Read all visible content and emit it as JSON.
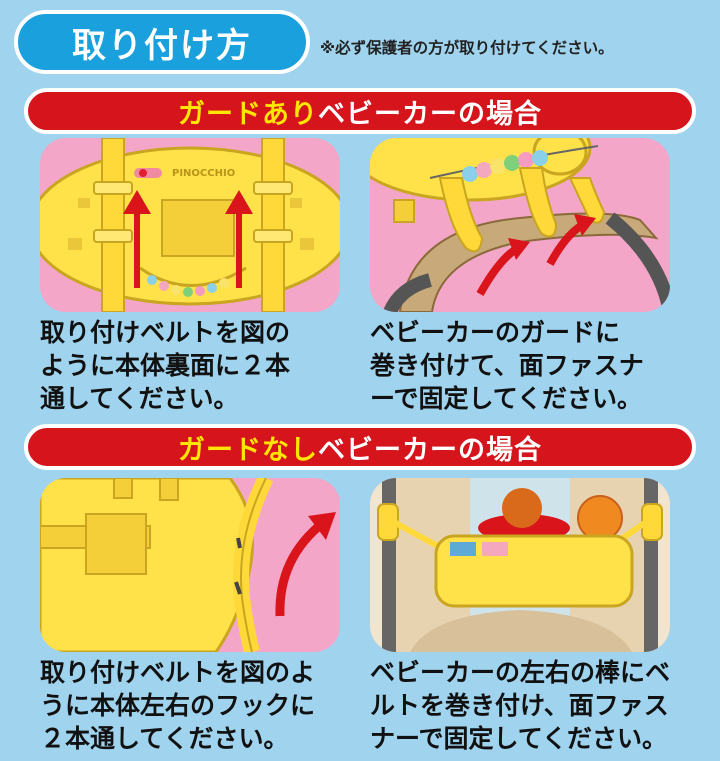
{
  "header": {
    "title": "取り付け方",
    "note": "※必ず保護者の方が取り付けてください。"
  },
  "sections": [
    {
      "heading_highlight": "ガードあり",
      "heading_rest": "ベビーカーの場合",
      "steps": [
        {
          "brand_label": "PINOCCHIO",
          "caption": "取り付けベルトを図の\nように本体裏面に２本\n通してください。"
        },
        {
          "caption": "ベビーカーのガードに\n巻き付けて、面ファスナ\nーで固定してください。"
        }
      ]
    },
    {
      "heading_highlight": "ガードなし",
      "heading_rest": "ベビーカーの場合",
      "steps": [
        {
          "caption": "取り付けベルトを図のよ\nうに本体左右のフックに\n２本通してください。"
        },
        {
          "caption": "ベビーカーの左右の棒にベ\nルトを巻き付け、面ファス\nナーで固定してください。"
        }
      ]
    }
  ],
  "colors": {
    "background": "#9fd3ee",
    "title_pill": "#1aa0dd",
    "section_bar": "#d6141c",
    "highlight_text": "#ffe600",
    "photo_bg": "#f4a6c8",
    "toy_yellow": "#ffe14a",
    "arrow_red": "#d9141b"
  }
}
